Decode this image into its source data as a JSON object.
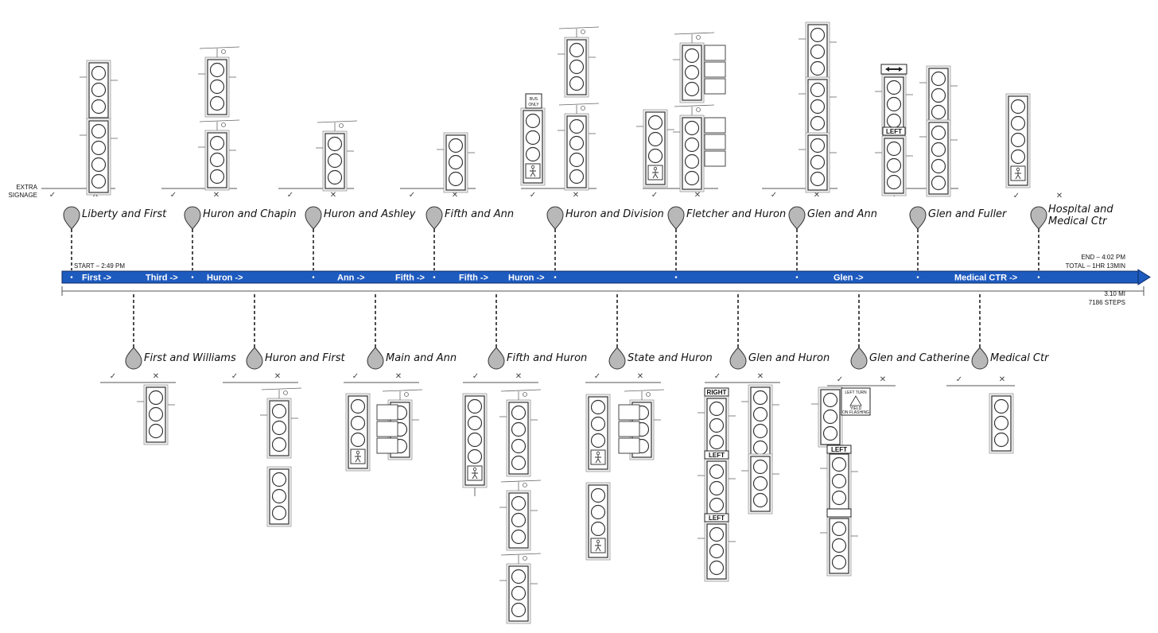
{
  "route": {
    "start_text": "START – 2:49 PM",
    "end_text": "END – 4:02 PM",
    "total_text": "TOTAL – 1HR 13MIN",
    "distance_text": "3.10 MI",
    "steps_text": "7186 STEPS",
    "extra_signage_line1": "EXTRA",
    "extra_signage_line2": "SIGNAGE",
    "bar_color": "#1e5bbf",
    "pin_color": "#b8b8b8"
  },
  "segments": [
    {
      "label": "First ->"
    },
    {
      "label": "Third ->"
    },
    {
      "label": "Huron ->"
    },
    {
      "label": "Ann ->"
    },
    {
      "label": "Fifth ->"
    },
    {
      "label": "Fifth ->"
    },
    {
      "label": "Huron ->"
    },
    {
      "label": "Glen ->"
    },
    {
      "label": "Medical CTR ->"
    }
  ],
  "marks": {
    "check": "✓",
    "cross": "✕"
  },
  "stops_top": [
    {
      "name": "Liberty and First"
    },
    {
      "name": "Huron and Chapin"
    },
    {
      "name": "Huron and Ashley"
    },
    {
      "name": "Fifth and Ann"
    },
    {
      "name": "Huron and Division"
    },
    {
      "name": "Fletcher and Huron"
    },
    {
      "name": "Glen and Ann"
    },
    {
      "name": "Glen and Fuller"
    },
    {
      "name_line1": "Hospital and",
      "name_line2": "Medical Ctr"
    }
  ],
  "stops_bottom": [
    {
      "name": "First and Williams"
    },
    {
      "name": "Huron and First"
    },
    {
      "name": "Main and Ann"
    },
    {
      "name": "Fifth and Huron"
    },
    {
      "name": "State and Huron"
    },
    {
      "name": "Glen and Huron"
    },
    {
      "name": "Glen and Catherine"
    },
    {
      "name": "Medical Ctr"
    }
  ],
  "signs": {
    "bus_only_1": "BUS",
    "bus_only_2": "ONLY",
    "left": "LEFT",
    "right": "RIGHT",
    "left_turn_1": "LEFT TURN",
    "left_turn_2": "YIELD",
    "left_turn_3": "ON FLASHING"
  },
  "icons": [
    "pin-icon",
    "traffic-light-icon",
    "pedestrian-signal-icon",
    "checkmark-icon",
    "cross-icon",
    "arrow-head-icon"
  ]
}
